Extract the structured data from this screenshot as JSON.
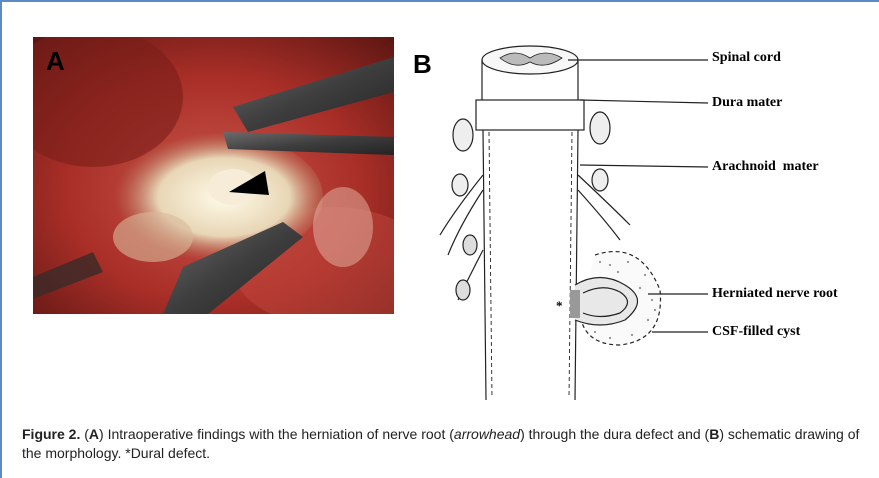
{
  "figure": {
    "panel_a": {
      "letter": "A",
      "image_desc_icon": "surgical-photo"
    },
    "panel_b": {
      "letter": "B",
      "labels": {
        "spinal_cord": "Spinal cord",
        "dura_mater": "Dura mater",
        "arachnoid_mater": "Arachnoid  mater",
        "herniated_nerve_root": "Herniated nerve root",
        "csf_cyst": "CSF-filled cyst"
      },
      "asterisk": "*"
    },
    "caption": {
      "figure_label": "Figure 2.",
      "open_a": "(",
      "a_letter": "A",
      "text_a": ") Intraoperative findings with the herniation of nerve root (",
      "arrowhead": "arrowhead",
      "text_a2": ") through the dura defect and (",
      "b_letter": "B",
      "text_b": ") schematic drawing of the morphology. *Dural defect."
    },
    "colors": {
      "frame": "#5b8ac6",
      "tissue": "#b8322a"
    }
  }
}
